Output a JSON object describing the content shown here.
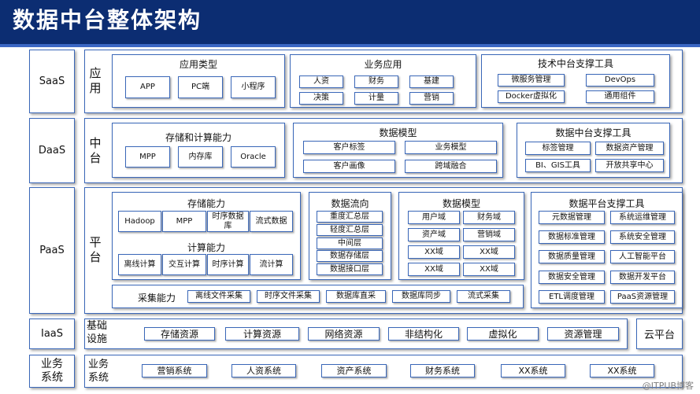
{
  "title": "数据中台整体架构",
  "layers": {
    "saas": "SaaS",
    "daas": "DaaS",
    "paas": "PaaS",
    "iaas": "IaaS",
    "business": "业务\n系统"
  },
  "saas": {
    "label": "应\n用",
    "app_types": {
      "title": "应用类型",
      "items": [
        "APP",
        "PC端",
        "小程序"
      ]
    },
    "biz_apps": {
      "title": "业务应用",
      "items": [
        "人资",
        "财务",
        "基建",
        "决策",
        "计量",
        "营销"
      ]
    },
    "tech_tools": {
      "title": "技术中台支撑工具",
      "items": [
        "微服务管理",
        "DevOps",
        "Docker虚拟化",
        "通用组件"
      ]
    }
  },
  "daas": {
    "label": "中\n台",
    "storage_compute": {
      "title": "存储和计算能力",
      "items": [
        "MPP",
        "内存库",
        "Oracle"
      ]
    },
    "data_model": {
      "title": "数据模型",
      "items": [
        "客户标签",
        "业务模型",
        "客户画像",
        "跨域融合"
      ]
    },
    "tools": {
      "title": "数据中台支撑工具",
      "items": [
        "标签管理",
        "数据资产管理",
        "BI、GIS工具",
        "开放共享中心"
      ]
    }
  },
  "paas": {
    "label": "平\n台",
    "storage": {
      "title": "存储能力",
      "items": [
        "Hadoop",
        "MPP",
        "时序数据\n库",
        "流式数据"
      ]
    },
    "compute": {
      "title": "计算能力",
      "items": [
        "离线计算",
        "交互计算",
        "时序计算",
        "流计算"
      ]
    },
    "flow": {
      "title": "数据流向",
      "items": [
        "重度汇总层",
        "轻度汇总层",
        "中间层",
        "数据存储层",
        "数据接口层"
      ]
    },
    "model": {
      "title": "数据模型",
      "items": [
        "用户域",
        "财务域",
        "资产域",
        "营销域",
        "XX域",
        "XX域",
        "XX域",
        "XX域"
      ]
    },
    "tools": {
      "title": "数据平台支撑工具",
      "items": [
        "元数据管理",
        "系统运维管理",
        "数据标准管理",
        "系统安全管理",
        "数据质量管理",
        "人工智能平台",
        "数据安全管理",
        "数据开发平台",
        "ETL调度管理",
        "PaaS资源管理"
      ]
    },
    "collect": {
      "title": "采集能力",
      "items": [
        "离线文件采集",
        "时序文件采集",
        "数据库直采",
        "数据库同步",
        "流式采集"
      ]
    }
  },
  "iaas": {
    "label": "基础\n设施",
    "items": [
      "存储资源",
      "计算资源",
      "网络资源",
      "非结构化",
      "虚拟化",
      "资源管理"
    ],
    "cloud": "云平台"
  },
  "business": {
    "label": "业务\n系统",
    "items": [
      "营销系统",
      "人资系统",
      "资产系统",
      "财务系统",
      "XX系统",
      "XX系统"
    ]
  },
  "watermark": "@ITPUB博客",
  "colors": {
    "header": "#0c2d72",
    "border": "#3a67b8"
  }
}
